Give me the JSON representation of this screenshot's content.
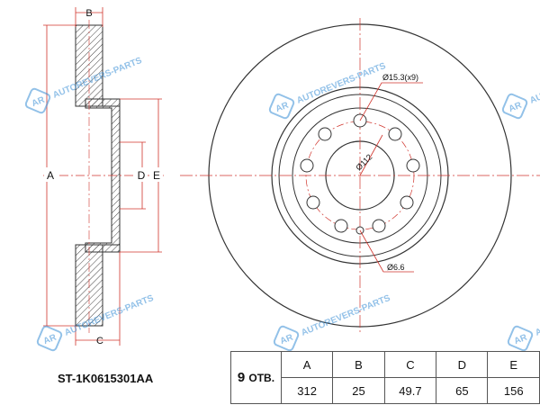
{
  "watermark": {
    "text": "AUTOREVERS-PARTS",
    "logo": "AR"
  },
  "side_view": {
    "label_b": "B",
    "label_a": "A",
    "label_d": "D",
    "label_e": "E",
    "label_c": "C"
  },
  "front_view": {
    "bolt_hole_note": "Ø15.3(x9)",
    "pcd_note": "Ø112",
    "small_hole_note": "Ø6.6"
  },
  "part_number": "ST-1K0615301AA",
  "spec_table": {
    "holes_count": "9",
    "holes_label": "ОТВ.",
    "headers": [
      "A",
      "B",
      "C",
      "D",
      "E"
    ],
    "values": [
      "312",
      "25",
      "49.7",
      "65",
      "156"
    ]
  },
  "colors": {
    "dimension_red": "#d0342c",
    "outline": "#333333",
    "watermark_blue": "#3a8fd6"
  }
}
